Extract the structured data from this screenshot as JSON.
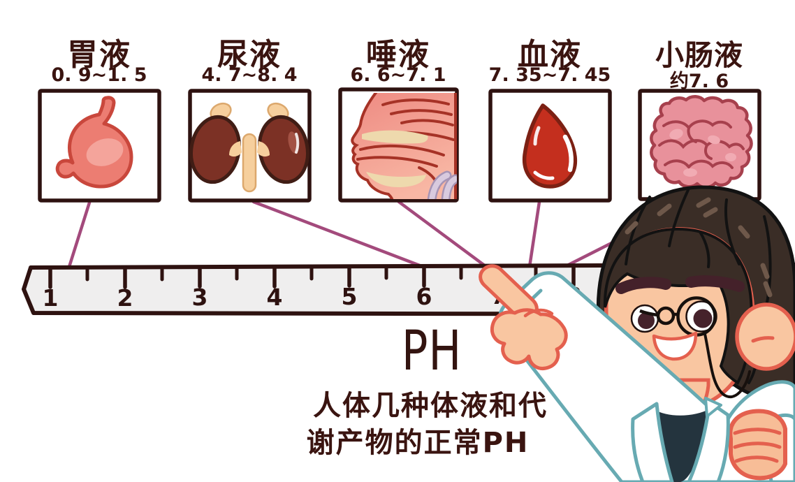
{
  "title": {
    "main": "PH",
    "caption_line1": "人体几种体液和代",
    "caption_line2": "谢产物的正常PH"
  },
  "fluids": [
    {
      "name": "胃液",
      "ph_range": "0. 9~1. 5",
      "organ_icon": "stomach-icon"
    },
    {
      "name": "尿液",
      "ph_range": "4. 7~8. 4",
      "organ_icon": "kidneys-icon"
    },
    {
      "name": "唾液",
      "ph_range": "6. 6~7. 1",
      "organ_icon": "mouth-saliva-icon"
    },
    {
      "name": "血液",
      "ph_range": "7. 35~7. 45",
      "organ_icon": "blood-drop-icon"
    },
    {
      "name": "小肠液",
      "ph_range": "约7. 6",
      "organ_icon": "small-intestine-icon"
    }
  ],
  "ruler": {
    "tick_labels": [
      "1",
      "2",
      "3",
      "4",
      "5",
      "6",
      "7",
      "8"
    ]
  },
  "colors": {
    "text": "#3a1410",
    "box_border": "#2e1210",
    "connector_line": "#a34a7c",
    "ruler_fill": "#efeeee",
    "skin": "#f9c6a1",
    "skin_outline": "#e4604e",
    "coat_outline": "#67aab2",
    "hair": "#3a2d26"
  }
}
